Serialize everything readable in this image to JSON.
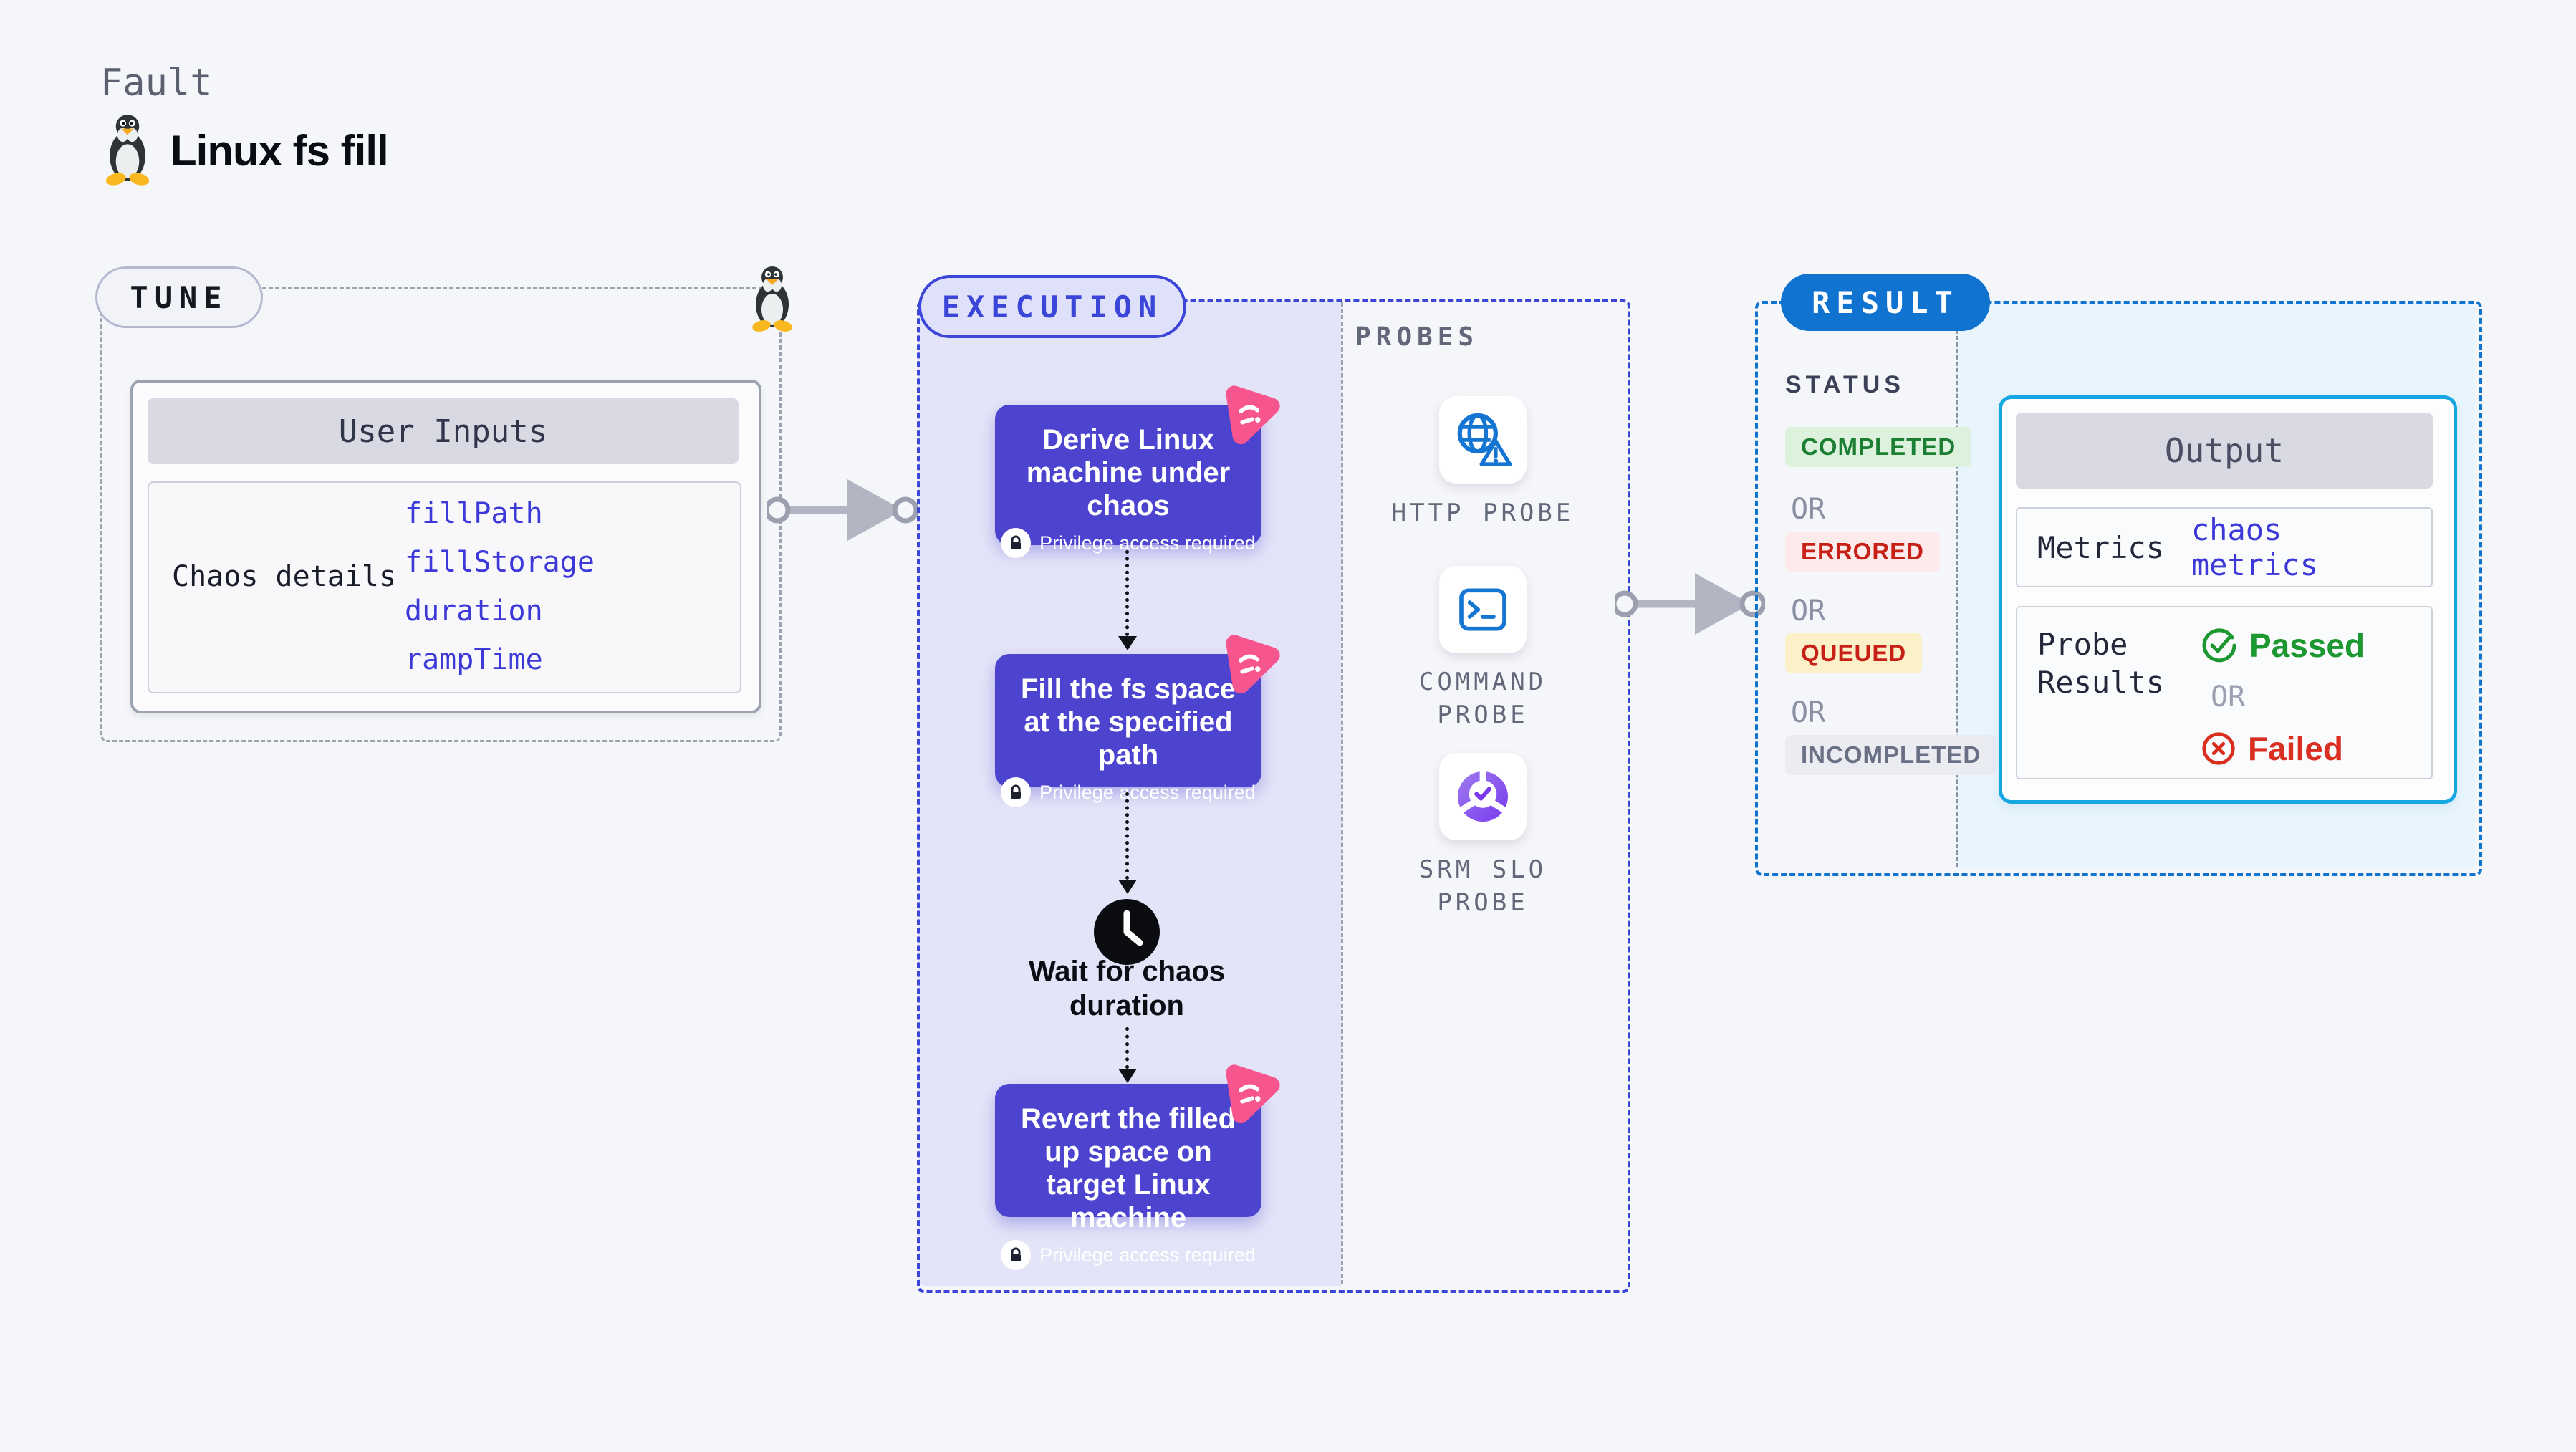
{
  "page": {
    "kicker": "Fault",
    "title": "Linux fs fill"
  },
  "tune": {
    "badge": "TUNE",
    "user_inputs": {
      "header": "User Inputs",
      "row_label": "Chaos details",
      "links": [
        "fillPath",
        "fillStorage",
        "duration",
        "rampTime"
      ]
    }
  },
  "execution": {
    "badge": "EXECUTION",
    "steps": [
      {
        "title": "Derive Linux machine under chaos",
        "note": "Privilege access required"
      },
      {
        "title": "Fill the fs space at the specified path",
        "note": "Privilege access required"
      },
      {
        "title": "Revert the filled up space on target Linux machine",
        "note": "Privilege access required"
      }
    ],
    "wait_label": "Wait for chaos duration"
  },
  "probes": {
    "header": "PROBES",
    "items": [
      {
        "label": "HTTP PROBE",
        "icon": "globe-alert-icon"
      },
      {
        "label": "COMMAND PROBE",
        "icon": "terminal-icon"
      },
      {
        "label": "SRM SLO PROBE",
        "icon": "slo-donut-icon"
      }
    ]
  },
  "result": {
    "badge": "RESULT",
    "status": {
      "header": "STATUS",
      "completed": "COMPLETED",
      "errored": "ERRORED",
      "queued": "QUEUED",
      "incompleted": "INCOMPLETED",
      "separator": "OR"
    },
    "output": {
      "header": "Output",
      "metrics_label": "Metrics",
      "metrics_link": "chaos metrics",
      "probe_results_label": "Probe Results",
      "passed": "Passed",
      "failed": "Failed",
      "separator": "OR"
    }
  },
  "colors": {
    "background": "#f5f6f9",
    "execution_accent": "#3b46d8",
    "execution_fill": "#e4e4f8",
    "step_card": "#4c44ce",
    "chaos_pink": "#f7558d",
    "result_accent": "#1173d0",
    "result_fill": "#e9f5fc",
    "output_border": "#16a7e2",
    "link": "#3d39d9",
    "passed_green": "#1d9730",
    "failed_red": "#d92f21",
    "completed_bg": "#ddf2dd",
    "errored_bg": "#fcebea",
    "queued_bg": "#fbf0c7",
    "incompleted_bg": "#ebebf2"
  }
}
